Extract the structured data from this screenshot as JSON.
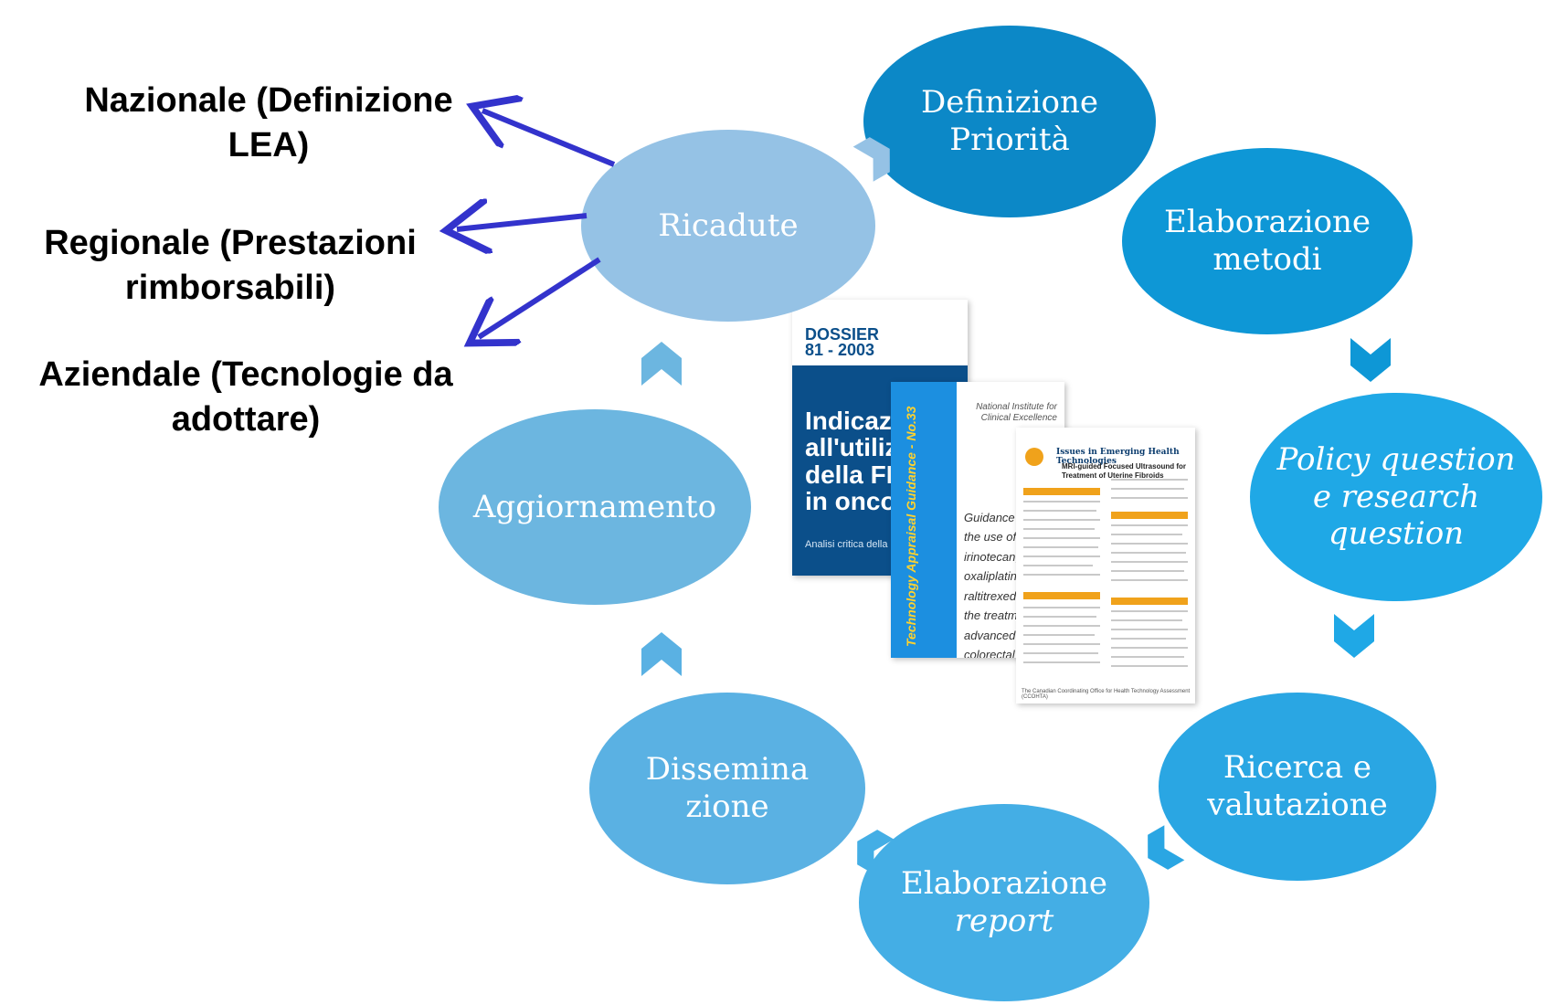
{
  "colors": {
    "node_dark": "#0c88c7",
    "node_medium": "#1fa8e6",
    "node_light": "#44aee5",
    "node_pale": "#6cb6e0",
    "node_palest": "#95c2e5",
    "arrow_blue": "#3333cc",
    "label_text": "#000000"
  },
  "diagram": {
    "nodes": [
      {
        "id": "definizione-priorita",
        "label": "Definizione\nPriorità"
      },
      {
        "id": "elaborazione-metodi",
        "label": "Elaborazione\nmetodi"
      },
      {
        "id": "policy-question",
        "label": "Policy question\ne research\nquestion"
      },
      {
        "id": "ricerca-valutazione",
        "label": "Ricerca e\nvalutazione"
      },
      {
        "id": "elaborazione-report",
        "label_main": "Elaborazione",
        "label_italic": "report"
      },
      {
        "id": "disseminazione",
        "label": "Dissemina\nzione"
      },
      {
        "id": "aggiornamento",
        "label": "Aggiornamento"
      },
      {
        "id": "ricadute",
        "label": "Ricadute"
      }
    ],
    "outcomes": [
      {
        "id": "nazionale",
        "label": "Nazionale (Definizione\nLEA)"
      },
      {
        "id": "regionale",
        "label": "Regionale (Prestazioni\nrimborsabili)"
      },
      {
        "id": "aziendale",
        "label": "Aziendale (Tecnologie da\nadottare)"
      }
    ]
  },
  "documents": {
    "dossier": {
      "label": "DOSSIER\n81 - 2003",
      "title": "Indicazio\nall'utilizz\ndella FDG\nin oncolo",
      "subtitle": "Analisi critica della lettera"
    },
    "nice": {
      "org": "National Institute for\nClinical Excellence",
      "vertical_title": "Technology Appraisal Guidance - No.33",
      "text": "Guidance on\nthe use of\nirinotecan,\noxaliplatin an\nraltitrexed fo\nthe treatment\nadvanced\ncolorectal can"
    },
    "ccohta": {
      "title": "Issues in Emerging Health Technologies",
      "subtitle": "MRI-guided Focused Ultrasound for\nTreatment of Uterine Fibroids",
      "footer": "The Canadian Coordinating Office for Health Technology Assessment (CCOHTA)"
    }
  }
}
